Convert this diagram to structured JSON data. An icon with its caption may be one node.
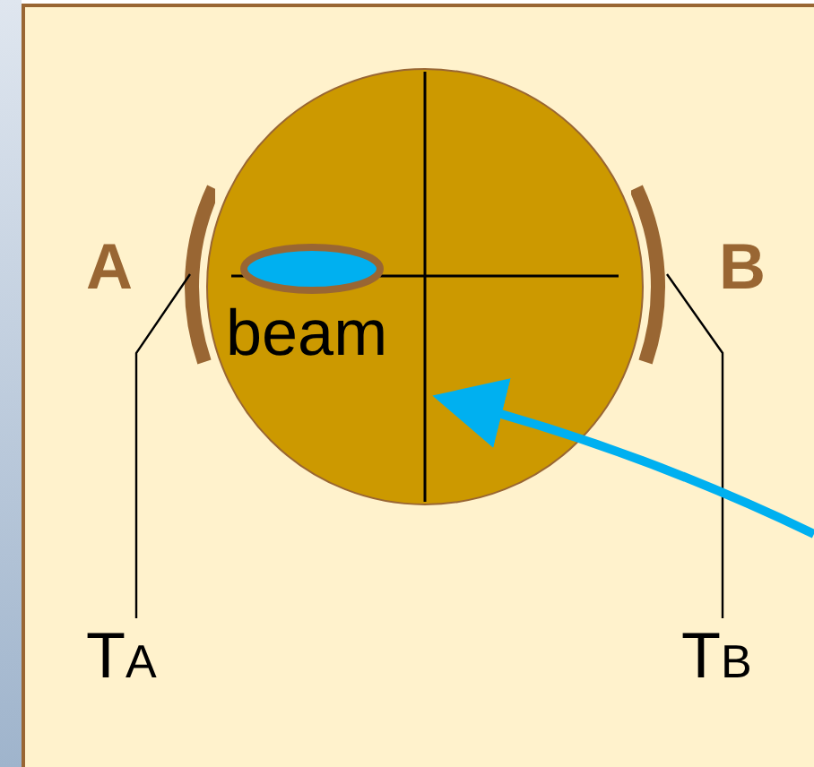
{
  "diagram": {
    "nodes": [
      {
        "text": [],
        "shape": "circle"
      },
      {
        "text": [
          "A"
        ]
      },
      {
        "text": [
          "B"
        ]
      },
      {
        "text": [
          "beam"
        ],
        "in": 0
      },
      {
        "text": [
          "T$_{A}$"
        ]
      },
      {
        "text": [
          "T$_{B}$"
        ]
      }
    ],
    "edges": [
      {
        "from": 4,
        "to": 1,
        "arrow": "none"
      },
      {
        "from": 5,
        "to": 2,
        "arrow": "none"
      },
      {
        "from": null,
        "to": 3,
        "arrow": "to",
        "style": "thick",
        "color": "#00b0f0"
      }
    ]
  }
}
